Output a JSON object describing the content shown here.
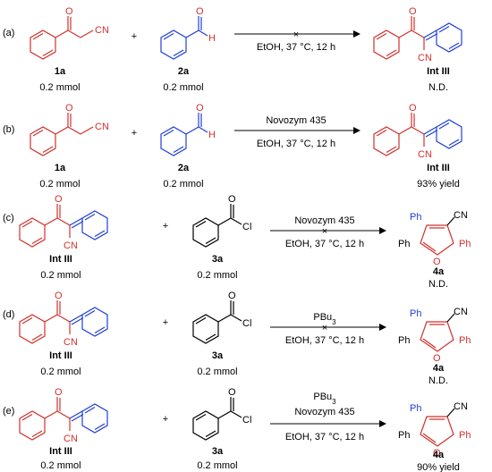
{
  "colors": {
    "red": "#d0312d",
    "blue": "#1f3fd6",
    "black": "#000000"
  },
  "rows": [
    {
      "letter": "(a)",
      "reagent1": {
        "label": "1a",
        "amount": "0.2 mmol"
      },
      "plus": "+",
      "reagent2": {
        "label": "2a",
        "amount": "0.2 mmol"
      },
      "above": [],
      "below": "EtOH, 37 °C, 12 h",
      "crossed": true,
      "product": {
        "label": "Int III",
        "result": "N.D."
      }
    },
    {
      "letter": "(b)",
      "reagent1": {
        "label": "1a",
        "amount": "0.2 mmol"
      },
      "plus": "+",
      "reagent2": {
        "label": "2a",
        "amount": "0.2 mmol"
      },
      "above": [
        "Novozym 435"
      ],
      "below": "EtOH, 37 °C, 12 h",
      "crossed": false,
      "product": {
        "label": "Int III",
        "result": "93% yield"
      }
    },
    {
      "letter": "(c)",
      "reagent1": {
        "label": "Int III",
        "amount": "0.2 mmol"
      },
      "plus": "+",
      "reagent2": {
        "label": "3a",
        "amount": "0.2 mmol"
      },
      "above": [
        "Novozym 435"
      ],
      "below": "EtOH, 37 °C, 12 h",
      "crossed": true,
      "product": {
        "label": "4a",
        "result": "N.D."
      }
    },
    {
      "letter": "(d)",
      "reagent1": {
        "label": "Int III",
        "amount": "0.2 mmol"
      },
      "plus": "+",
      "reagent2": {
        "label": "3a",
        "amount": "0.2 mmol"
      },
      "above": [
        "PBu3"
      ],
      "below": "EtOH, 37 °C, 12 h",
      "crossed": true,
      "product": {
        "label": "4a",
        "result": "N.D."
      }
    },
    {
      "letter": "(e)",
      "reagent1": {
        "label": "Int III",
        "amount": "0.2 mmol"
      },
      "plus": "+",
      "reagent2": {
        "label": "3a",
        "amount": "0.2 mmol"
      },
      "above": [
        "PBu3",
        "Novozym 435"
      ],
      "below": "EtOH, 37 °C, 12 h",
      "crossed": false,
      "product": {
        "label": "4a",
        "result": "90% yield"
      }
    }
  ],
  "atoms": {
    "O": "O",
    "H": "H",
    "CN": "CN",
    "Cl": "Cl",
    "Ph": "Ph"
  }
}
